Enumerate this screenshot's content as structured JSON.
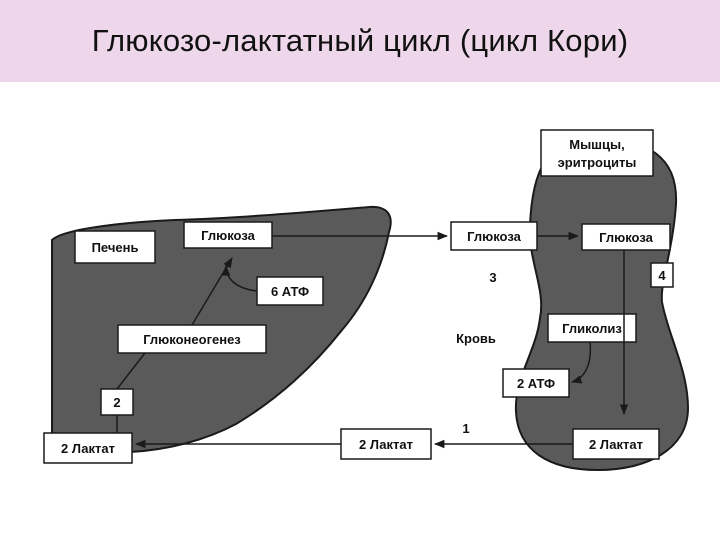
{
  "title": "Глюкозо-лактатный цикл (цикл Кори)",
  "colors": {
    "title_bar": "#eed7ea",
    "organ_fill": "#5a5a5a",
    "box_fill": "#ffffff",
    "stroke": "#1a1a1a"
  },
  "liver": {
    "label": "Печень",
    "glucose": "Глюкоза",
    "atp": "6 АТФ",
    "process": "Глюконеогенез",
    "step": "2",
    "lactate": "2 Лактат"
  },
  "muscle": {
    "label": "Мышцы, эритроциты",
    "label_line1": "Мышцы,",
    "label_line2": "эритроциты",
    "glucose": "Глюкоза",
    "step": "4",
    "process": "Гликолиз",
    "atp": "2 АТФ",
    "lactate": "2 Лактат"
  },
  "blood": {
    "label": "Кровь",
    "glucose": "Глюкоза",
    "step_glucose": "3",
    "lactate": "2 Лактат",
    "step_lactate": "1"
  },
  "icons": [
    "arrow-right-icon",
    "arrow-left-icon",
    "arrow-down-icon"
  ]
}
